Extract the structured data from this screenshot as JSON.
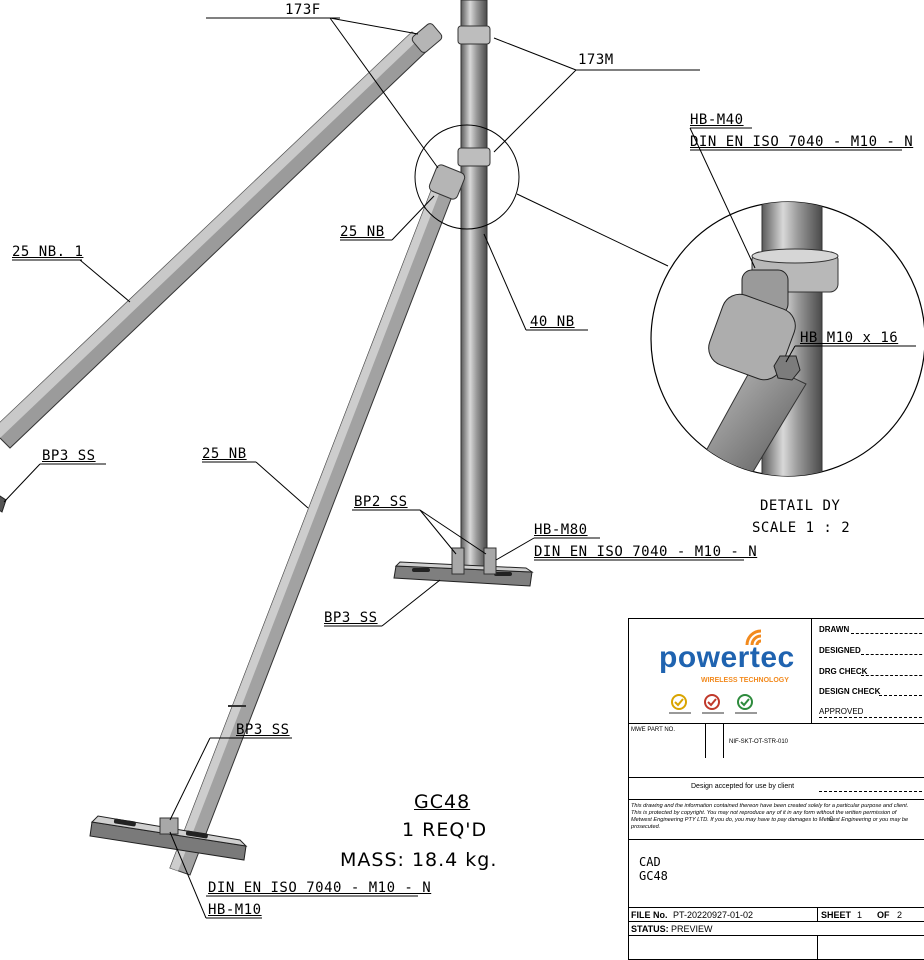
{
  "labels": {
    "l173F": "173F",
    "l173M": "173M",
    "hbM40": "HB-M40",
    "din1": "DIN EN ISO 7040 - M10 - N",
    "nb25_1": "25 NB. 1",
    "nb25_a": "25 NB",
    "nb40": "40 NB",
    "hbM10x16": "HB M10 x 16",
    "bp3ss_left": "BP3 SS",
    "nb25_b": "25 NB",
    "bp2ss": "BP2 SS",
    "hbM80": "HB-M80",
    "din2": "DIN EN ISO 7040 - M10 - N",
    "bp3ss_mid": "BP3 SS",
    "bp3ss_bottom": "BP3 SS",
    "din3": "DIN EN ISO 7040 - M10 - N",
    "hbM10": "HB-M10"
  },
  "detail": {
    "title": "DETAIL DY",
    "scale": "SCALE 1 : 2"
  },
  "part": {
    "code": "GC48",
    "qty": "1 REQ'D",
    "mass": "MASS: 18.4 kg."
  },
  "titleblock": {
    "brand": "powertec",
    "brand_sub": "WIRELESS TECHNOLOGY",
    "drawn": "DRAWN",
    "designed": "DESIGNED",
    "drg_check": "DRG CHECK",
    "design_check": "DESIGN CHECK",
    "approved": "APPROVED",
    "mwe_part_no_label": "MWE PART NO.",
    "mwe_part_no": "NIF-SKT-OT-STR-010",
    "accepted": "Design accepted for use by client",
    "disclaimer": "This drawing and the information contained thereon have been created solely for a particular purpose and client. This is protected by copyright. You may not reproduce any of it in any form without the written permission of Metwest Engineering PTY LTD. If you do, you may have to pay damages to Metwest Engineering or you may be prosecuted.",
    "rev": "C",
    "cad": "CAD",
    "cad_code": "GC48",
    "file_label": "FILE No.",
    "file_no": "PT-20220927-01-02",
    "sheet_label": "SHEET",
    "sheet_no": "1",
    "of_label": "OF",
    "of_no": "2",
    "status_label": "STATUS:",
    "status": "PREVIEW"
  },
  "colors": {
    "tube_dark": "#6f6f6f",
    "tube_light": "#c8c8c8",
    "brand_blue": "#1f63b0",
    "brand_orange": "#f28a1e"
  }
}
